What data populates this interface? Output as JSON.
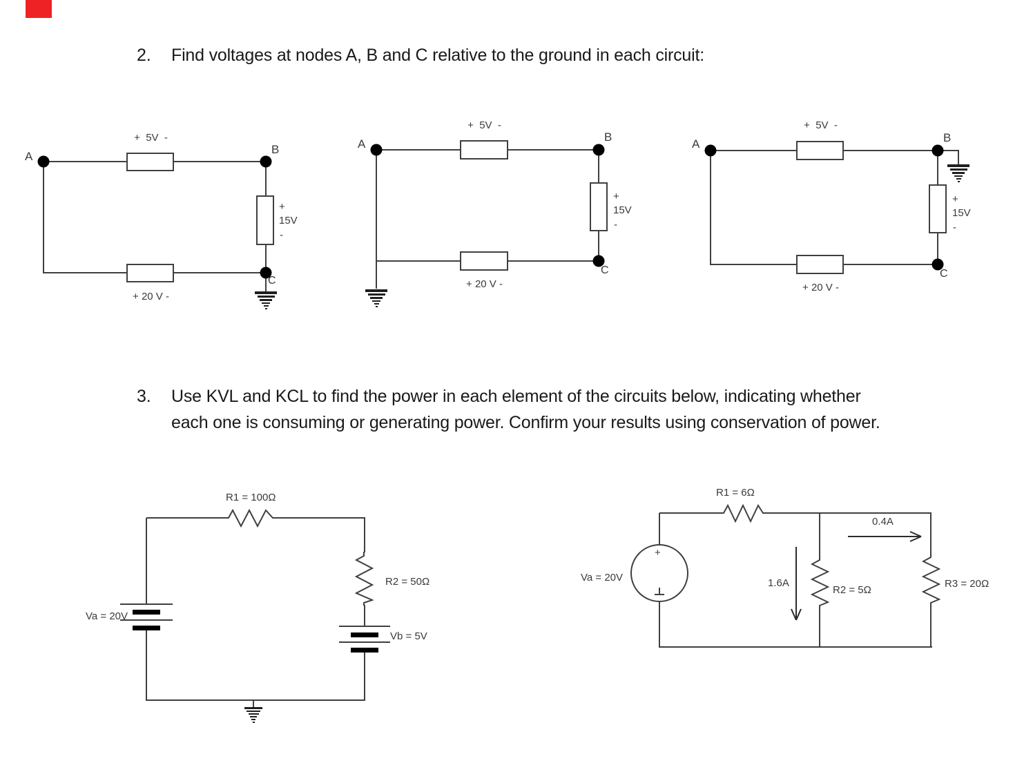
{
  "marker": {
    "color": "#ee2224"
  },
  "problem2": {
    "number": "2.",
    "title": "Find voltages at nodes A, B and C relative to the ground in each circuit:",
    "circuit1": {
      "node_a": "A",
      "node_b": "B",
      "node_c": "C",
      "top_voltage": "+  5V  -",
      "elem_plus": "+",
      "elem_voltage": "15V",
      "elem_minus": "-",
      "bottom_voltage": "+ 20 V -"
    },
    "circuit2": {
      "node_a": "A",
      "node_b": "B",
      "node_c": "C",
      "top_voltage": "+  5V  -",
      "elem_plus": "+",
      "elem_voltage": "15V",
      "elem_minus": "-",
      "bottom_voltage": "+ 20 V -"
    },
    "circuit3": {
      "node_a": "A",
      "node_b": "B",
      "node_c": "C",
      "top_voltage": "+  5V  -",
      "elem_plus": "+",
      "elem_voltage": "15V",
      "elem_minus": "-",
      "bottom_voltage": "+ 20 V -"
    }
  },
  "problem3": {
    "number": "3.",
    "title_line1": "Use KVL and KCL to find the power in each element of the circuits below, indicating whether",
    "title_line2": "each one is consuming or generating power. Confirm your results using conservation of power.",
    "circuit_left": {
      "r1_label": "R1 = 100Ω",
      "r2_label": "R2 = 50Ω",
      "va_label": "Va = 20V",
      "vb_label": "Vb = 5V"
    },
    "circuit_right": {
      "r1_label": "R1 = 6Ω",
      "r2_label": "R2 = 5Ω",
      "r3_label": "R3 = 20Ω",
      "va_label": "Va = 20V",
      "source_plus": "+",
      "current_right": "0.4A",
      "current_down": "1.6A"
    }
  }
}
